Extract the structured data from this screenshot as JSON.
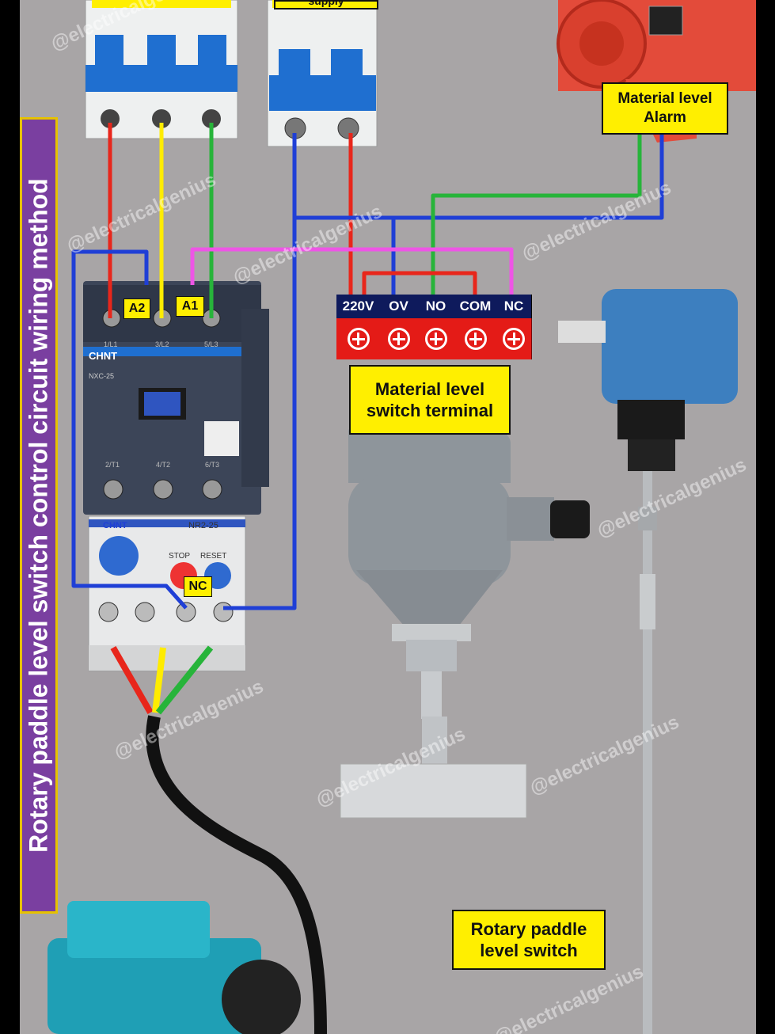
{
  "title": "Rotary paddle level switch control circuit wiring method",
  "labels": {
    "supply": "supply",
    "alarm": "Material level Alarm",
    "terminal": "Material level switch terminal",
    "paddle": "Rotary paddle level switch",
    "a2": "A2",
    "a1": "A1",
    "nc_overload": "NC"
  },
  "terminals": [
    "220V",
    "OV",
    "NO",
    "COM",
    "NC"
  ],
  "brand": "CHNT",
  "contactor_model": "NXC-25",
  "relay_model": "NR2-25",
  "relay_buttons": [
    "STOP",
    "RESET"
  ],
  "contactor_top_labels": [
    "1/L1",
    "3/L2",
    "5/L3"
  ],
  "contactor_bottom_labels": [
    "2/T1",
    "4/T2",
    "6/T3"
  ],
  "watermark": "@electricalgenius",
  "colors": {
    "background": "#a8a5a6",
    "title_bg": "#7a3fa0",
    "label_bg": "#ffef00",
    "terminal_header": "#0e1a5c",
    "terminal_block": "#e41b17",
    "wire_red": "#e8261b",
    "wire_yellow": "#ffec00",
    "wire_green": "#27b43a",
    "wire_blue": "#1f3fd6",
    "wire_pink": "#ee55e6"
  }
}
